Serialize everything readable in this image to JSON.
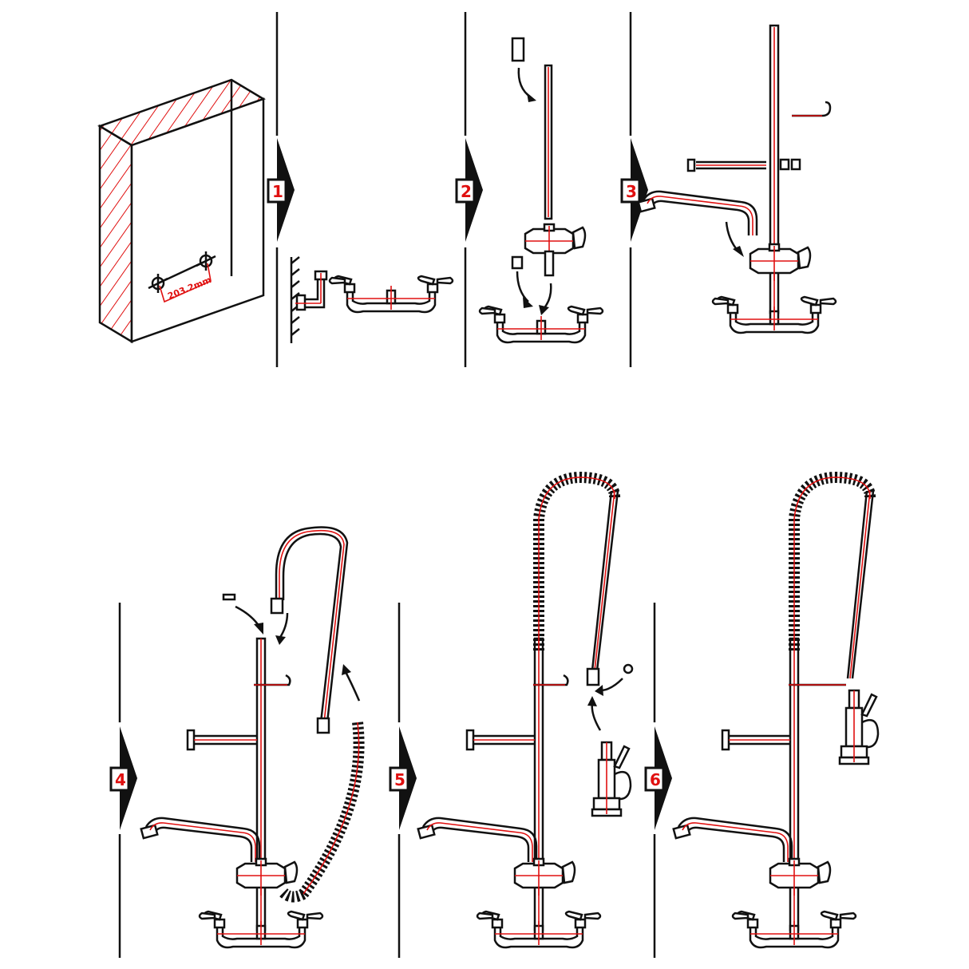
{
  "steps": [
    {
      "label": "1"
    },
    {
      "label": "2"
    },
    {
      "label": "3"
    },
    {
      "label": "4"
    },
    {
      "label": "5"
    },
    {
      "label": "6"
    }
  ],
  "wall": {
    "dimension_label": "203.2mm"
  },
  "colors": {
    "line": "#111111",
    "accent": "#e01010"
  }
}
